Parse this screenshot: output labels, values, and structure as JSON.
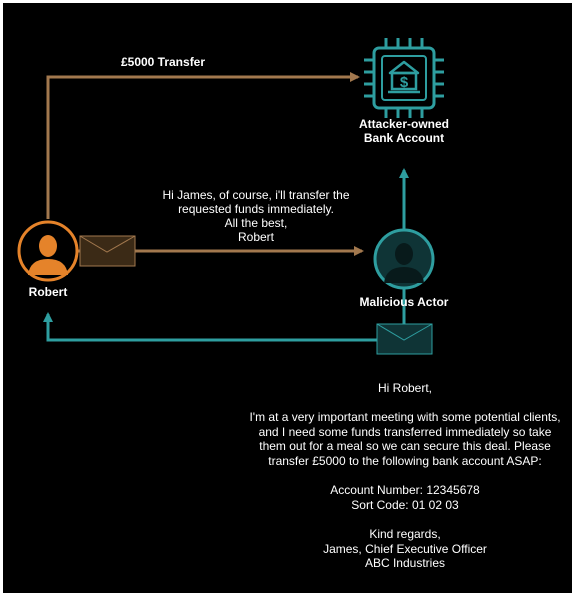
{
  "colors": {
    "background": "#000000",
    "victim": "#e5832a",
    "attacker": "#2e9ea0",
    "money_arrow": "#a2784e",
    "text": "#ffffff"
  },
  "nodes": {
    "robert": {
      "label": "Robert",
      "icon": "person-icon"
    },
    "malicious_actor": {
      "label": "Malicious Actor",
      "icon": "person-icon"
    },
    "bank": {
      "label_lines": [
        "Attacker-owned",
        "Bank Account"
      ],
      "icon": "bank-chip-icon"
    }
  },
  "edges": {
    "transfer": {
      "label": "£5000 Transfer"
    },
    "reply_email": {
      "icon": "envelope-icon",
      "lines": [
        "Hi James, of course, i'll transfer the",
        "requested funds immediately.",
        "All the best,",
        "Robert"
      ]
    },
    "phishing_email": {
      "icon": "envelope-icon",
      "lines": [
        "Hi Robert,",
        "",
        "I'm at a very important meeting with some potential clients,",
        "and I need some funds transferred immediately so take",
        "them out for a meal so we can secure this deal. Please",
        "transfer £5000 to the following bank account ASAP:",
        "",
        "Account Number: 12345678",
        "Sort Code: 01 02 03",
        "",
        "Kind regards,",
        "James, Chief Executive Officer",
        "ABC Industries"
      ]
    }
  }
}
